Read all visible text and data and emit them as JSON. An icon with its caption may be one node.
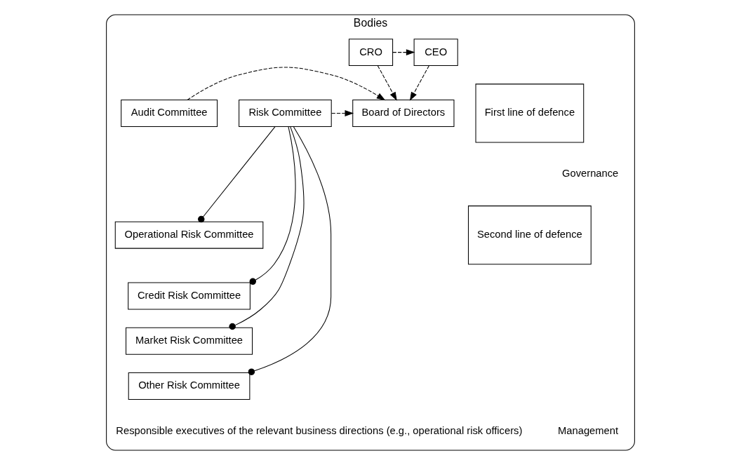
{
  "diagram": {
    "nodes": [
      {
        "text": [
          "Bodies"
        ]
      },
      {
        "text": [
          "First line of defence"
        ],
        "in": 0
      },
      {
        "text": [
          "Second line of defence"
        ],
        "in": 0
      },
      {
        "text": [
          "Risk Committee"
        ],
        "in": 0
      },
      {
        "text": [
          "Board of Directors"
        ],
        "in": 0
      },
      {
        "text": [
          "Audit Committee"
        ],
        "in": 0
      },
      {
        "text": [
          "CEO"
        ],
        "in": 0
      },
      {
        "text": [
          "CRO"
        ],
        "in": 0
      },
      {
        "text": [
          "Operational Risk Committee"
        ],
        "in": 0
      },
      {
        "text": [
          "Credit Risk Committee"
        ],
        "in": 0
      },
      {
        "text": [
          "Market Risk Committee"
        ],
        "in": 0
      },
      {
        "text": [
          "Other Risk Committee"
        ],
        "in": 0
      }
    ],
    "edges": [
      {
        "from": 3,
        "to": 4,
        "arrow": "to",
        "style": "dashed"
      },
      {
        "from": 5,
        "to": 4,
        "arrow": "to",
        "style": "dashed"
      },
      {
        "from": 6,
        "to": 4,
        "arrow": "to",
        "style": "dashed"
      },
      {
        "from": 7,
        "to": 4,
        "arrow": "to",
        "style": "dashed"
      },
      {
        "from": 7,
        "to": 6,
        "arrow": "to",
        "style": "dashed"
      },
      {
        "from": 3,
        "to": 8,
        "arrow": "other"
      },
      {
        "from": 3,
        "to": 9,
        "arrow": "other"
      },
      {
        "from": 3,
        "to": 10,
        "arrow": "other"
      },
      {
        "from": 3,
        "to": 11,
        "arrow": "other"
      }
    ],
    "labels": [
      "Governance",
      "Management",
      "Responsible executives of the relevant business directions (e.g., operational risk officers)"
    ]
  }
}
